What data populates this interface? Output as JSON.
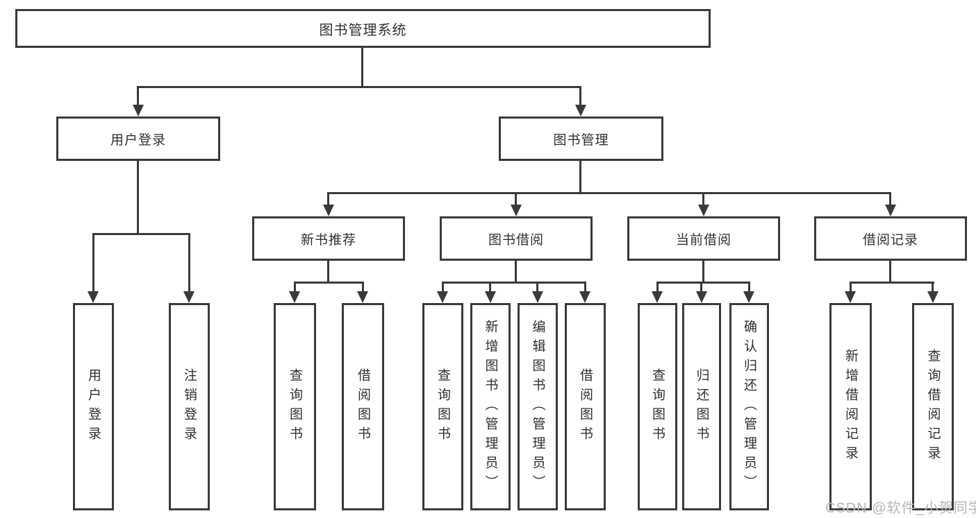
{
  "tree": {
    "label": "图书管理系统",
    "children": [
      {
        "label": "用户登录",
        "children": [
          {
            "label": "用户登录"
          },
          {
            "label": "注销登录"
          }
        ]
      },
      {
        "label": "图书管理",
        "children": [
          {
            "label": "新书推荐",
            "children": [
              {
                "label": "查询图书"
              },
              {
                "label": "借阅图书"
              }
            ]
          },
          {
            "label": "图书借阅",
            "children": [
              {
                "label": "查询图书"
              },
              {
                "label": "新增图书（管理员）"
              },
              {
                "label": "编辑图书（管理员）"
              },
              {
                "label": "借阅图书"
              }
            ]
          },
          {
            "label": "当前借阅",
            "children": [
              {
                "label": "查询图书"
              },
              {
                "label": "归还图书"
              },
              {
                "label": "确认归还（管理员）"
              }
            ]
          },
          {
            "label": "借阅记录",
            "children": [
              {
                "label": "新增借阅记录"
              },
              {
                "label": "查询借阅记录"
              }
            ]
          }
        ]
      }
    ]
  },
  "watermark": {
    "text": "CSDN @软件_小贺同学"
  },
  "colors": {
    "line": "#3a3a3a",
    "text": "#303030",
    "watermark": "#b7b7b7",
    "box_bg": "#ffffff",
    "page_bg": "#ffffff"
  }
}
